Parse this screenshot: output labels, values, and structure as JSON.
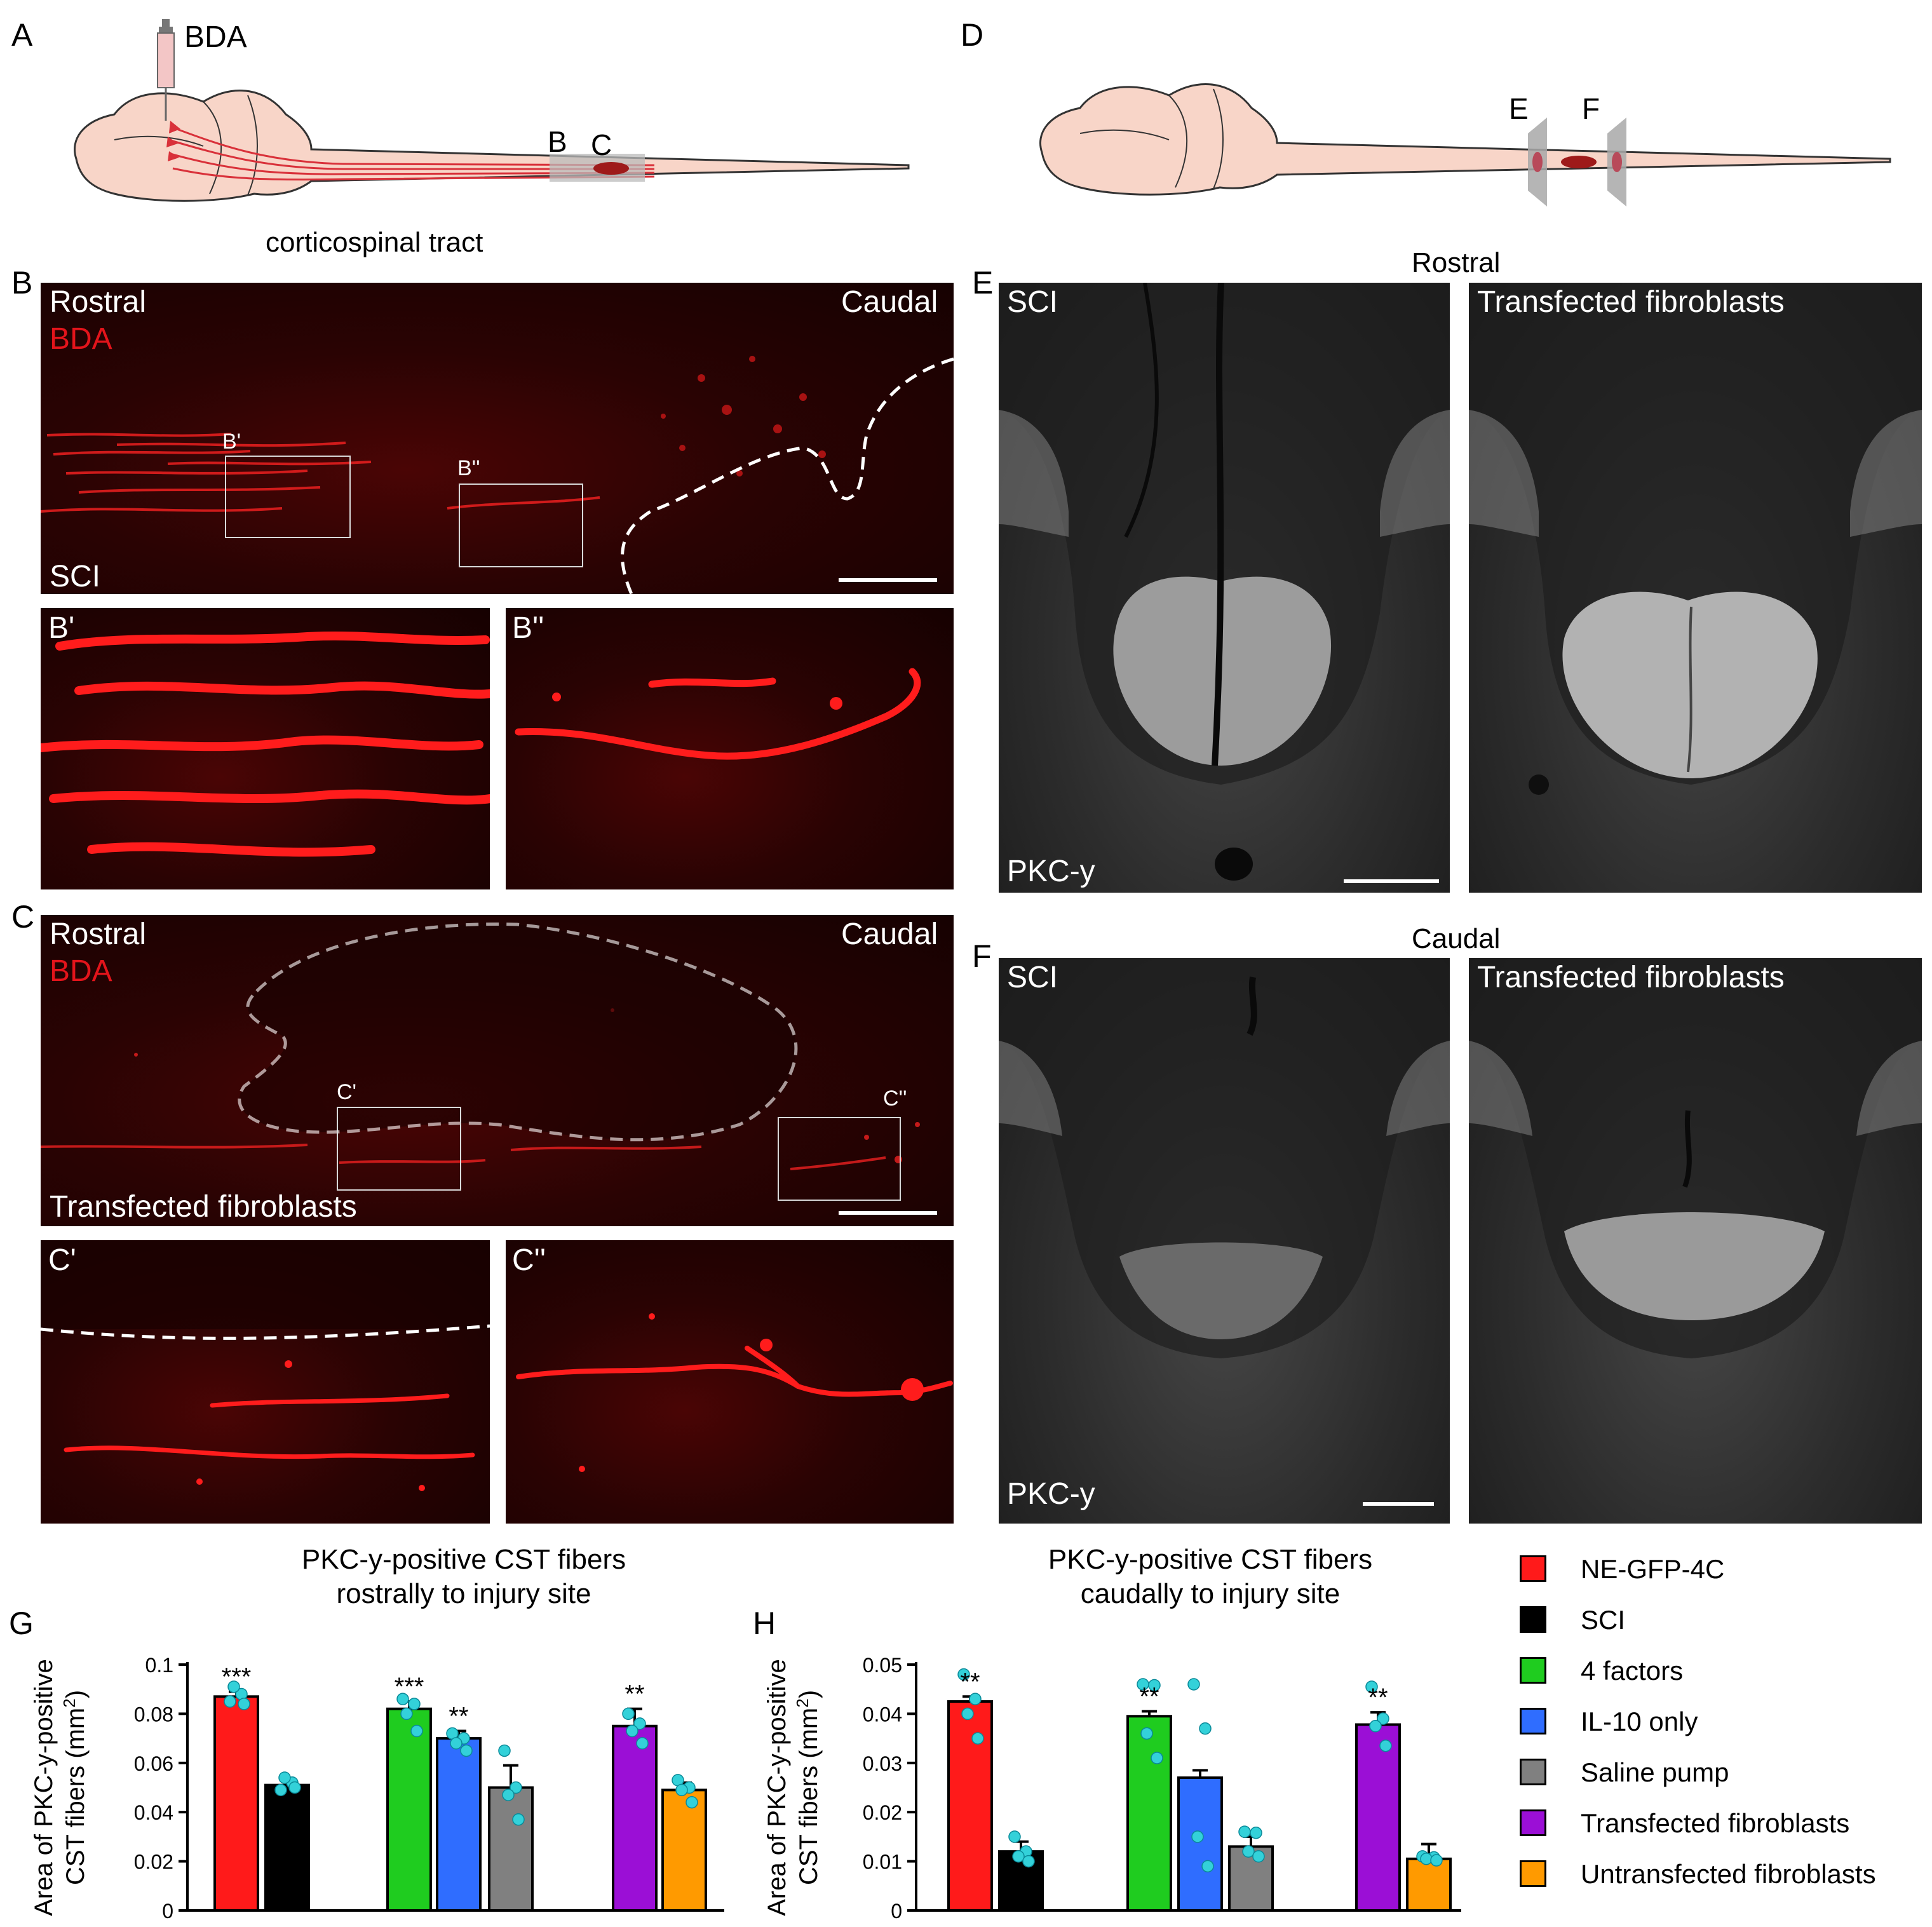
{
  "panels": {
    "A": {
      "letter": "A",
      "syringe_label": "BDA",
      "marker_b": "B",
      "marker_c": "C",
      "caption": "corticospinal tract"
    },
    "D": {
      "letter": "D",
      "marker_e": "E",
      "marker_f": "F"
    },
    "B": {
      "letter": "B",
      "rostral": "Rostral",
      "caudal": "Caudal",
      "stain": "BDA",
      "group": "SCI",
      "box1": "B'",
      "box2": "B''",
      "inset1_label": "B'",
      "inset2_label": "B''"
    },
    "C": {
      "letter": "C",
      "rostral": "Rostral",
      "caudal": "Caudal",
      "stain": "BDA",
      "group": "Transfected fibroblasts",
      "box1": "C'",
      "box2": "C''",
      "inset1_label": "C'",
      "inset2_label": "C''"
    },
    "E": {
      "letter": "E",
      "section_title": "Rostral",
      "left_group": "SCI",
      "right_group": "Transfected fibroblasts",
      "stain": "PKC-y"
    },
    "F": {
      "letter": "F",
      "section_title": "Caudal",
      "left_group": "SCI",
      "right_group": "Transfected fibroblasts",
      "stain": "PKC-y"
    },
    "G": {
      "letter": "G",
      "title_line1": "PKC-y-positive CST fibers",
      "title_line2": "rostrally to injury site"
    },
    "H": {
      "letter": "H",
      "title_line1": "PKC-y-positive CST fibers",
      "title_line2": "caudally to injury site"
    }
  },
  "legend": [
    {
      "label": "NE-GFP-4C",
      "color": "#ff1a1a"
    },
    {
      "label": "SCI",
      "color": "#000000"
    },
    {
      "label": "4 factors",
      "color": "#1fcc1f"
    },
    {
      "label": "IL-10 only",
      "color": "#2f6dff"
    },
    {
      "label": "Saline pump",
      "color": "#808080"
    },
    {
      "label": "Transfected fibroblasts",
      "color": "#9b0fd6"
    },
    {
      "label": "Untransfected fibroblasts",
      "color": "#ff9a00"
    }
  ],
  "chart_data": [
    {
      "type": "bar",
      "title": "PKC-y-positive CST fibers rostrally to injury site",
      "ylabel_line1": "Area of PKC-y-positive",
      "ylabel_line2": "CST fibers (mm",
      "ylabel_sup": "2",
      "ylabel_close": ")",
      "ylim": [
        0,
        0.1
      ],
      "yticks": [
        "0",
        "0.02",
        "0.04",
        "0.06",
        "0.08",
        "0.1"
      ],
      "bars": [
        {
          "group": "NE-GFP-4C",
          "value": 0.087,
          "error": 0.002,
          "significance": "***",
          "points": [
            0.085,
            0.088,
            0.091,
            0.084
          ]
        },
        {
          "group": "SCI",
          "value": 0.051,
          "error": 0.002,
          "significance": "",
          "points": [
            0.049,
            0.052,
            0.054,
            0.05
          ]
        },
        {
          "group": "4 factors",
          "value": 0.082,
          "error": 0.003,
          "significance": "***",
          "points": [
            0.086,
            0.084,
            0.08,
            0.073
          ]
        },
        {
          "group": "IL-10 only",
          "value": 0.07,
          "error": 0.003,
          "significance": "**",
          "points": [
            0.072,
            0.07,
            0.068,
            0.065
          ]
        },
        {
          "group": "Saline pump",
          "value": 0.05,
          "error": 0.009,
          "significance": "",
          "points": [
            0.065,
            0.05,
            0.047,
            0.037
          ]
        },
        {
          "group": "Transfected fibroblasts",
          "value": 0.075,
          "error": 0.007,
          "significance": "**",
          "points": [
            0.08,
            0.076,
            0.073,
            0.068
          ]
        },
        {
          "group": "Untransfected fibroblasts",
          "value": 0.049,
          "error": 0.003,
          "significance": "",
          "points": [
            0.053,
            0.05,
            0.049,
            0.044
          ]
        }
      ]
    },
    {
      "type": "bar",
      "title": "PKC-y-positive CST fibers caudally to injury site",
      "ylabel_line1": "Area of PKC-y-positive",
      "ylabel_line2": "CST fibers (mm",
      "ylabel_sup": "2",
      "ylabel_close": ")",
      "ylim": [
        0,
        0.05
      ],
      "yticks": [
        "0",
        "0.01",
        "0.02",
        "0.03",
        "0.04",
        "0.05"
      ],
      "bars": [
        {
          "group": "NE-GFP-4C",
          "value": 0.0425,
          "error": 0.001,
          "significance": "**",
          "points": [
            0.048,
            0.043,
            0.04,
            0.035
          ]
        },
        {
          "group": "SCI",
          "value": 0.012,
          "error": 0.002,
          "significance": "",
          "points": [
            0.015,
            0.012,
            0.011,
            0.01
          ]
        },
        {
          "group": "4 factors",
          "value": 0.0395,
          "error": 0.001,
          "significance": "**",
          "points": [
            0.046,
            0.0458,
            0.036,
            0.031
          ]
        },
        {
          "group": "IL-10 only",
          "value": 0.027,
          "error": 0.0015,
          "significance": "",
          "points": [
            0.046,
            0.037,
            0.015,
            0.009
          ]
        },
        {
          "group": "Saline pump",
          "value": 0.013,
          "error": 0.002,
          "significance": "",
          "points": [
            0.016,
            0.0158,
            0.012,
            0.011
          ]
        },
        {
          "group": "Transfected fibroblasts",
          "value": 0.0378,
          "error": 0.0025,
          "significance": "**",
          "points": [
            0.0455,
            0.039,
            0.0375,
            0.0335
          ]
        },
        {
          "group": "Untransfected fibroblasts",
          "value": 0.0105,
          "error": 0.003,
          "significance": "",
          "points": [
            0.011,
            0.0108,
            0.0105,
            0.0102
          ]
        }
      ]
    }
  ]
}
